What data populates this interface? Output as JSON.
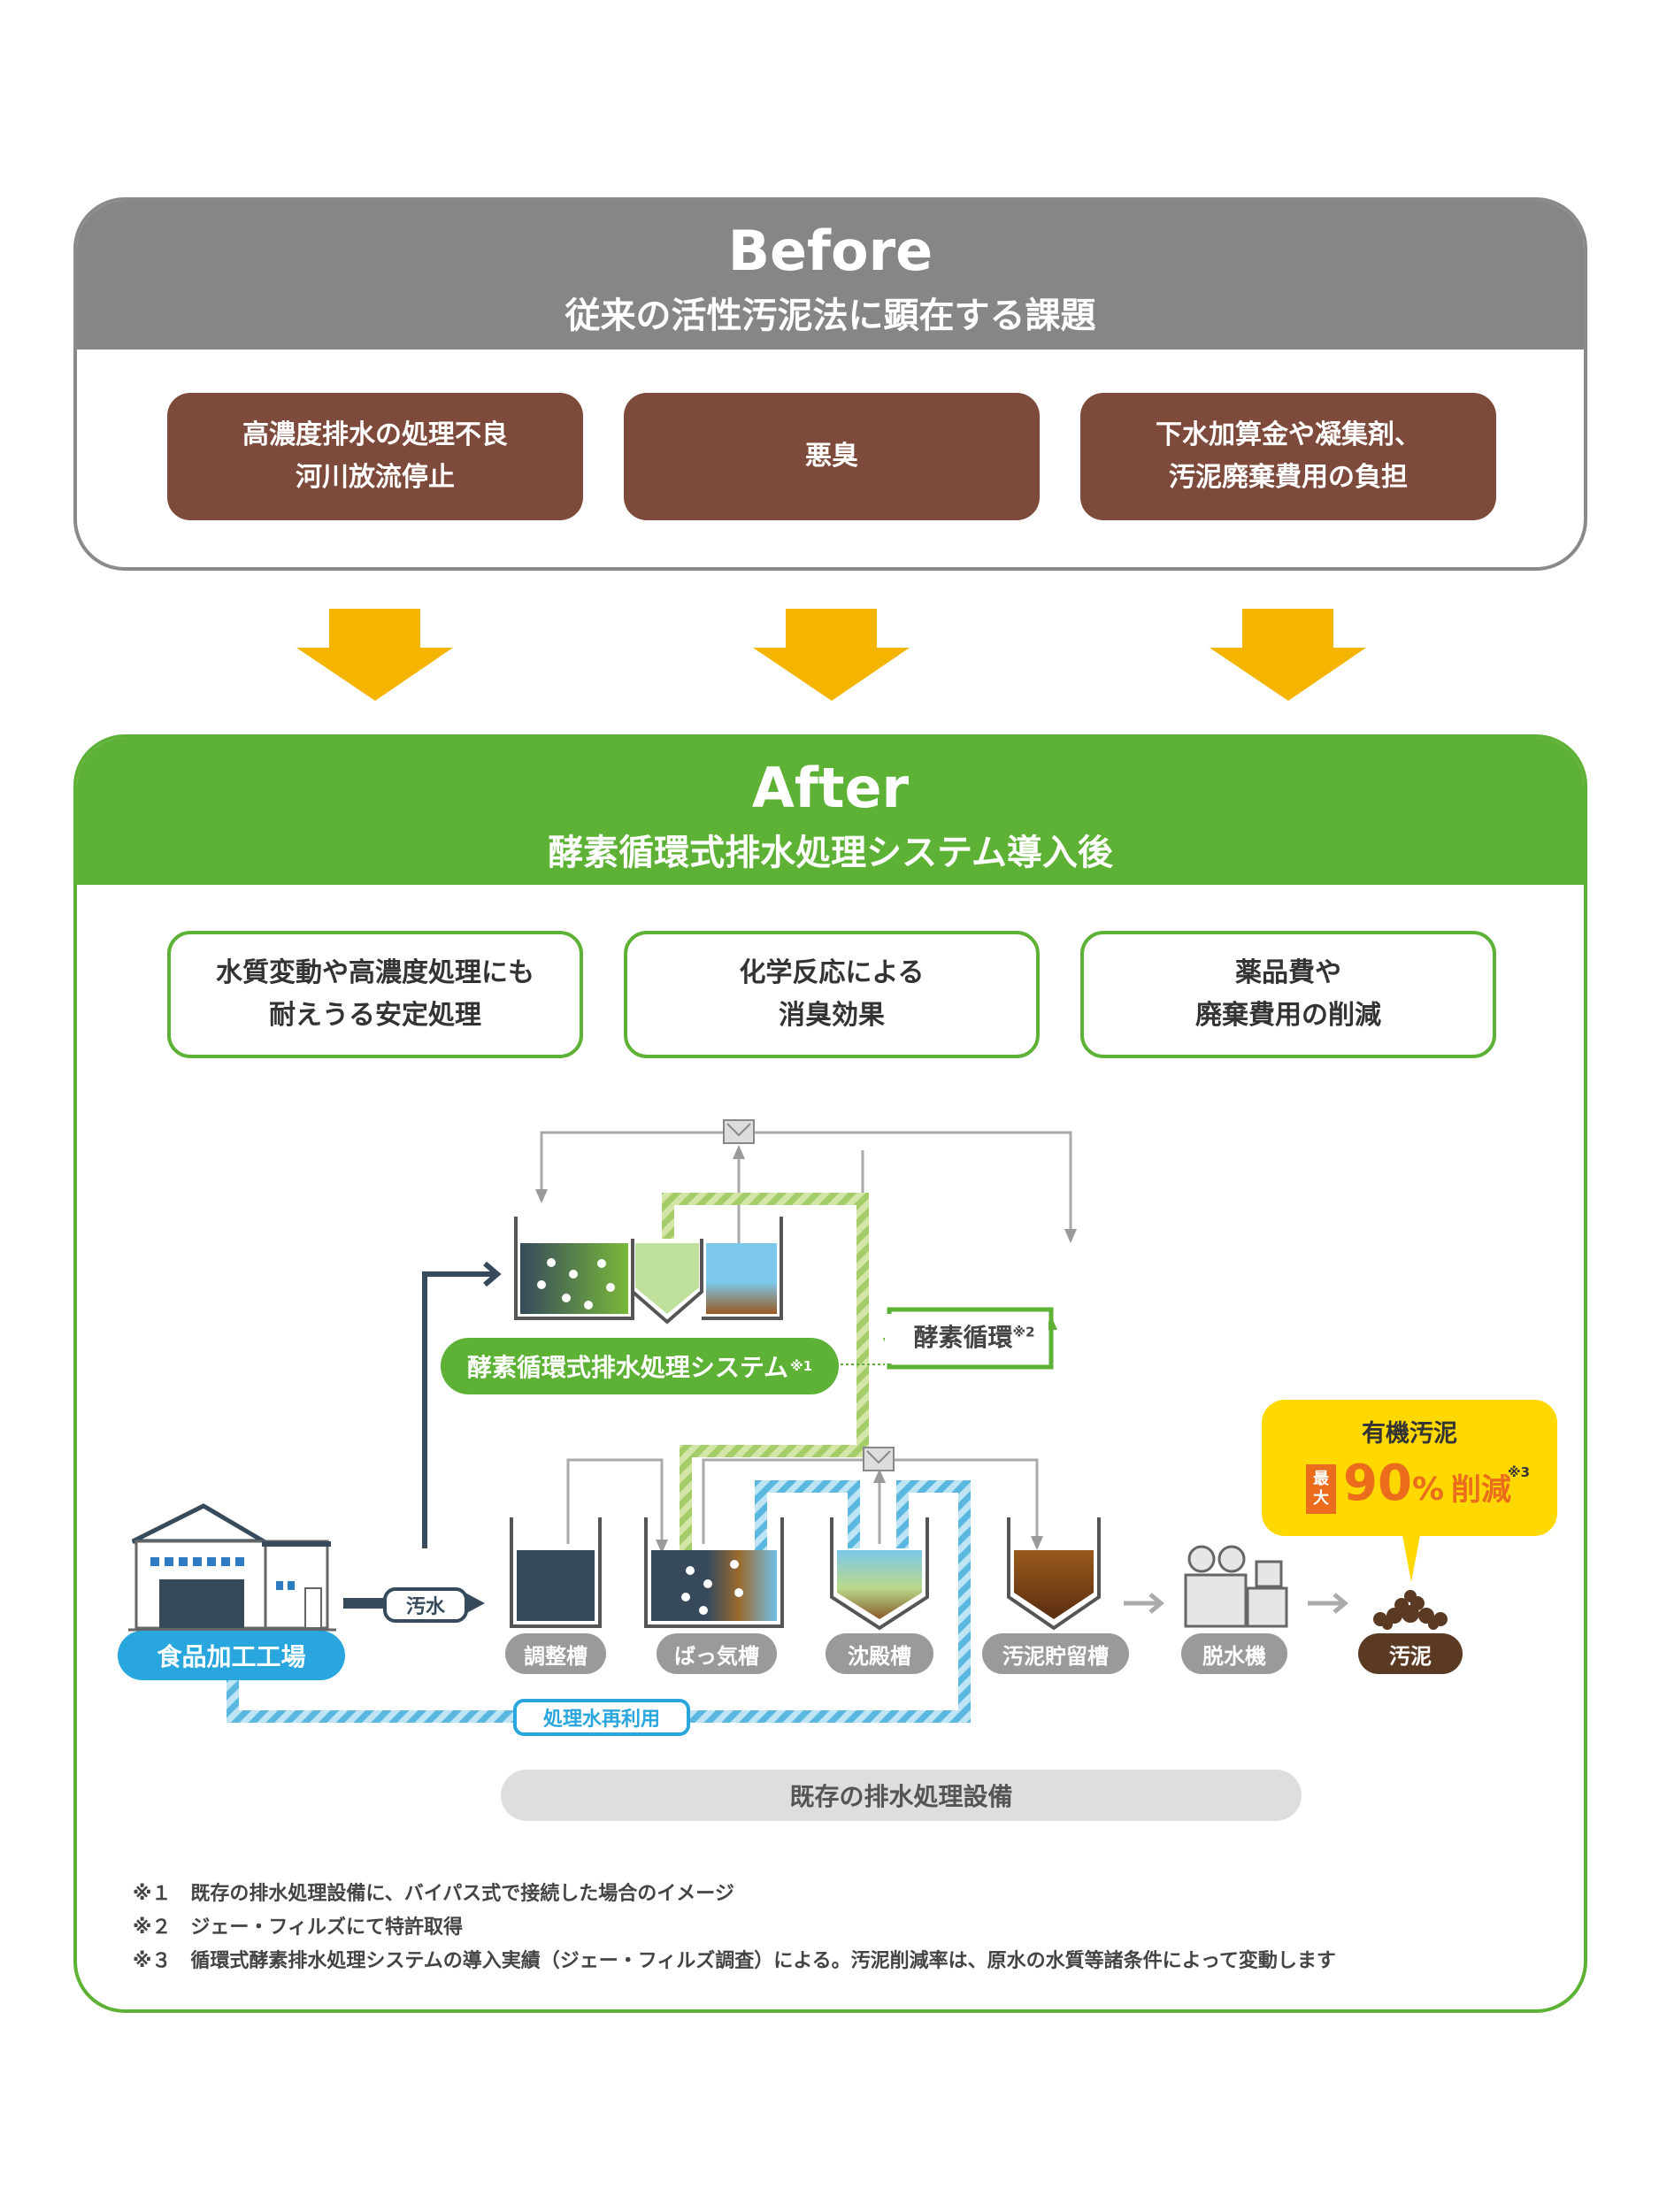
{
  "before": {
    "title": "Before",
    "subtitle": "従来の活性汚泥法に顕在する課題",
    "boxes": [
      {
        "line1": "高濃度排水の処理不良",
        "line2": "河川放流停止"
      },
      {
        "line1": "悪臭",
        "line2": ""
      },
      {
        "line1": "下水加算金や凝集剤、",
        "line2": "汚泥廃棄費用の負担"
      }
    ]
  },
  "after": {
    "title": "After",
    "subtitle": "酵素循環式排水処理システム導入後",
    "boxes": [
      {
        "line1": "水質変動や高濃度処理にも",
        "line2": "耐えうる安定処理"
      },
      {
        "line1": "化学反応による",
        "line2": "消臭効果"
      },
      {
        "line1": "薬品費や",
        "line2": "廃棄費用の削減"
      }
    ]
  },
  "diagram": {
    "system_label": "酵素循環式排水処理システム",
    "system_note": "※1",
    "enzyme_cycle": "酵素循環",
    "enzyme_note": "※2",
    "factory": "食品加工工場",
    "wastewater": "汚水",
    "tanks": [
      "調整槽",
      "ばっ気槽",
      "沈殿槽",
      "汚泥貯留槽",
      "脱水機"
    ],
    "sludge": "汚泥",
    "reuse": "処理水再利用",
    "existing": "既存の排水処理設備",
    "callout": {
      "title": "有機汚泥",
      "max_line1": "最",
      "max_line2": "大",
      "value": "90",
      "unit": "%",
      "suffix": "削減",
      "note": "※3"
    }
  },
  "notes": [
    "※１　既存の排水処理設備に、バイパス式で接続した場合のイメージ",
    "※２　ジェー・フィルズにて特許取得",
    "※３　循環式酵素排水処理システムの導入実績（ジェー・フィルズ調査）による。汚泥削減率は、原水の水質等諸条件によって変動します"
  ],
  "colors": {
    "before_gray": "#868686",
    "brown": "#7d4a3b",
    "arrow_yellow": "#f4b400",
    "green": "#5db236",
    "blue": "#29a6de",
    "navy": "#364a5c",
    "callout_yellow": "#ffd800",
    "orange": "#ea6c1c"
  }
}
